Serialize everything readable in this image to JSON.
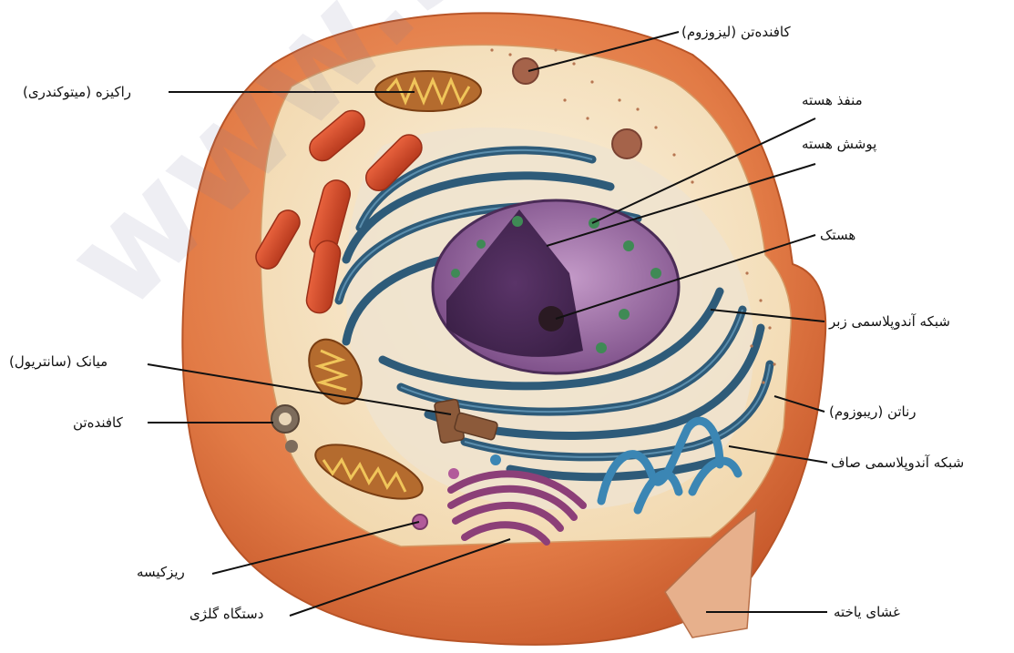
{
  "labels": {
    "lysosome": "کافنده‌تن (لیزوزوم)",
    "mitochondrion": "راکیزه (میتوکندری)",
    "nuclear_pore": "منفذ هسته",
    "nuclear_envelope": "پوشش هسته",
    "nucleolus": "هستک",
    "rough_er": "شبکه آندوپلاسمی زبر",
    "centriole": "میانک (سانتریول)",
    "lysosome_small": "کافنده‌تن",
    "ribosome": "رناتن (ریبوزوم)",
    "smooth_er": "شبکه آندوپلاسمی صاف",
    "vesicle": "ریزکیسه",
    "golgi": "دستگاه گلژی",
    "cell_membrane": "غشای یاخته"
  },
  "watermark": "www.sakoo",
  "colors": {
    "membrane": "#e07a45",
    "cytoplasm": "#f6e7c8",
    "nucleus": "#7b4f86",
    "er": "#2f5b78",
    "mitochondria": "#d2462a",
    "golgi": "#8c3f78"
  }
}
